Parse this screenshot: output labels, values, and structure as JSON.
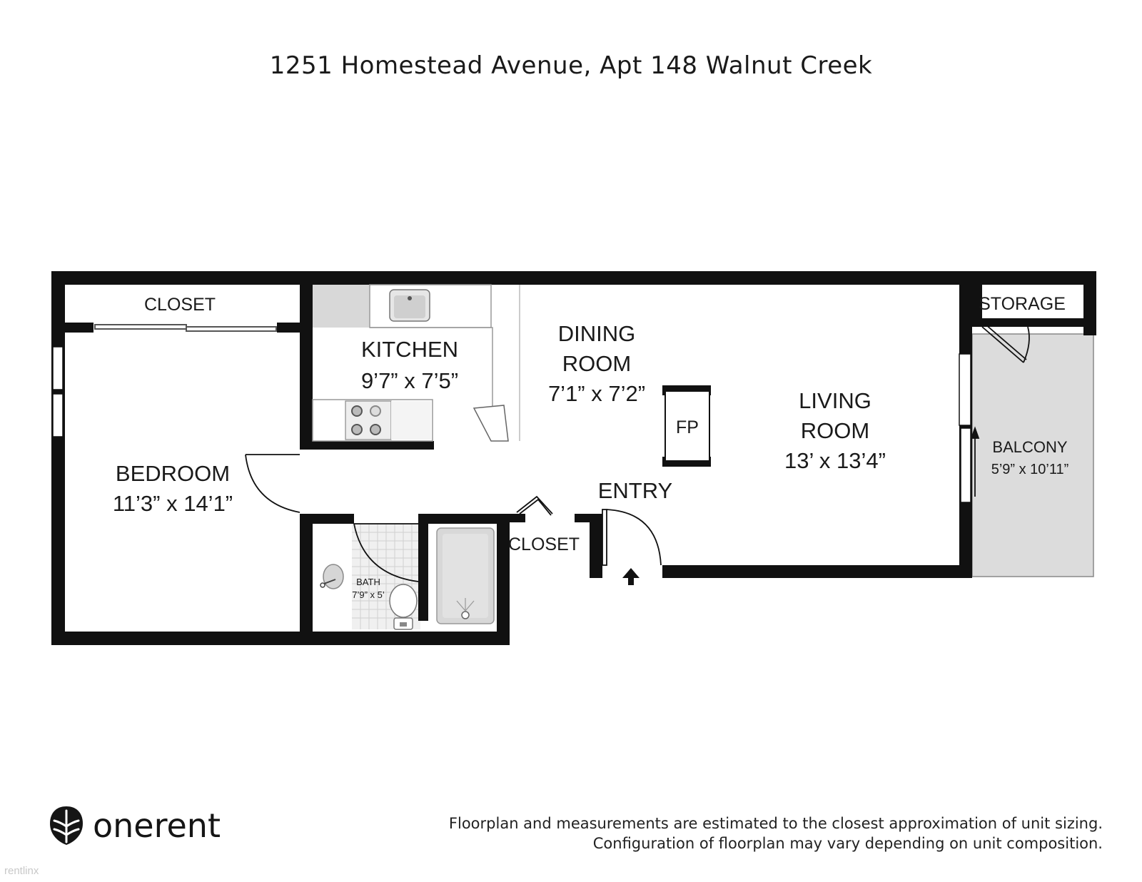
{
  "title": "1251 Homestead Avenue, Apt 148 Walnut Creek",
  "rooms": {
    "closet_bedroom": {
      "name": "CLOSET"
    },
    "kitchen": {
      "name": "KITCHEN",
      "dims": "9’7” x 7’5”"
    },
    "dining": {
      "name_line1": "DINING",
      "name_line2": "ROOM",
      "dims": "7’1” x 7’2”"
    },
    "fireplace": {
      "name": "FP"
    },
    "living": {
      "name_line1": "LIVING",
      "name_line2": "ROOM",
      "dims": "13’ x 13’4”"
    },
    "storage": {
      "name": "STORAGE"
    },
    "balcony": {
      "name": "BALCONY",
      "dims": "5’9” x 10’11”"
    },
    "bedroom": {
      "name": "BEDROOM",
      "dims": "11’3” x 14’1”"
    },
    "entry": {
      "name": "ENTRY"
    },
    "closet_entry": {
      "name": "CLOSET"
    },
    "bath": {
      "name": "BATH",
      "dims": "7’9” x 5’"
    }
  },
  "colors": {
    "wall": "#111111",
    "fixture": "#d8d8d8",
    "balcony": "#dcdcdc"
  },
  "brand": {
    "name": "onerent",
    "icon": "leaf-shield-icon"
  },
  "disclaimer": {
    "line1": "Floorplan and measurements are estimated to the closest approximation of unit sizing.",
    "line2": "Configuration of floorplan may vary depending on unit composition."
  },
  "watermark": "rentlinx"
}
